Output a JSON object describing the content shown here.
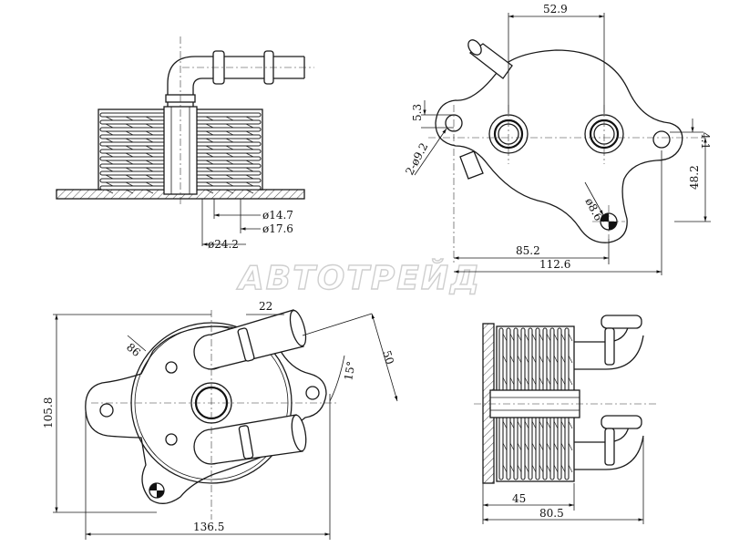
{
  "watermark": "АВТОТРЕЙД",
  "views": {
    "side_section": {
      "dims": {
        "d1": "ø14.7",
        "d2": "ø17.6",
        "d3": "ø24.2"
      }
    },
    "top_view": {
      "dims": {
        "width_ports": "52.9",
        "offset_left": "5.3",
        "holes": "2-ø9.2",
        "offset_right": "4.1",
        "height_right": "48.2",
        "dia_lower": "ø8.6",
        "width_mid": "85.2",
        "width_total": "112.6"
      }
    },
    "front_view": {
      "dims": {
        "pipe_width": "22",
        "radius": "86",
        "angle": "15°",
        "pipe_len": "50",
        "height_total": "105.8",
        "width_total": "136.5"
      }
    },
    "right_view": {
      "dims": {
        "depth_body": "45",
        "depth_total": "80.5"
      }
    }
  }
}
